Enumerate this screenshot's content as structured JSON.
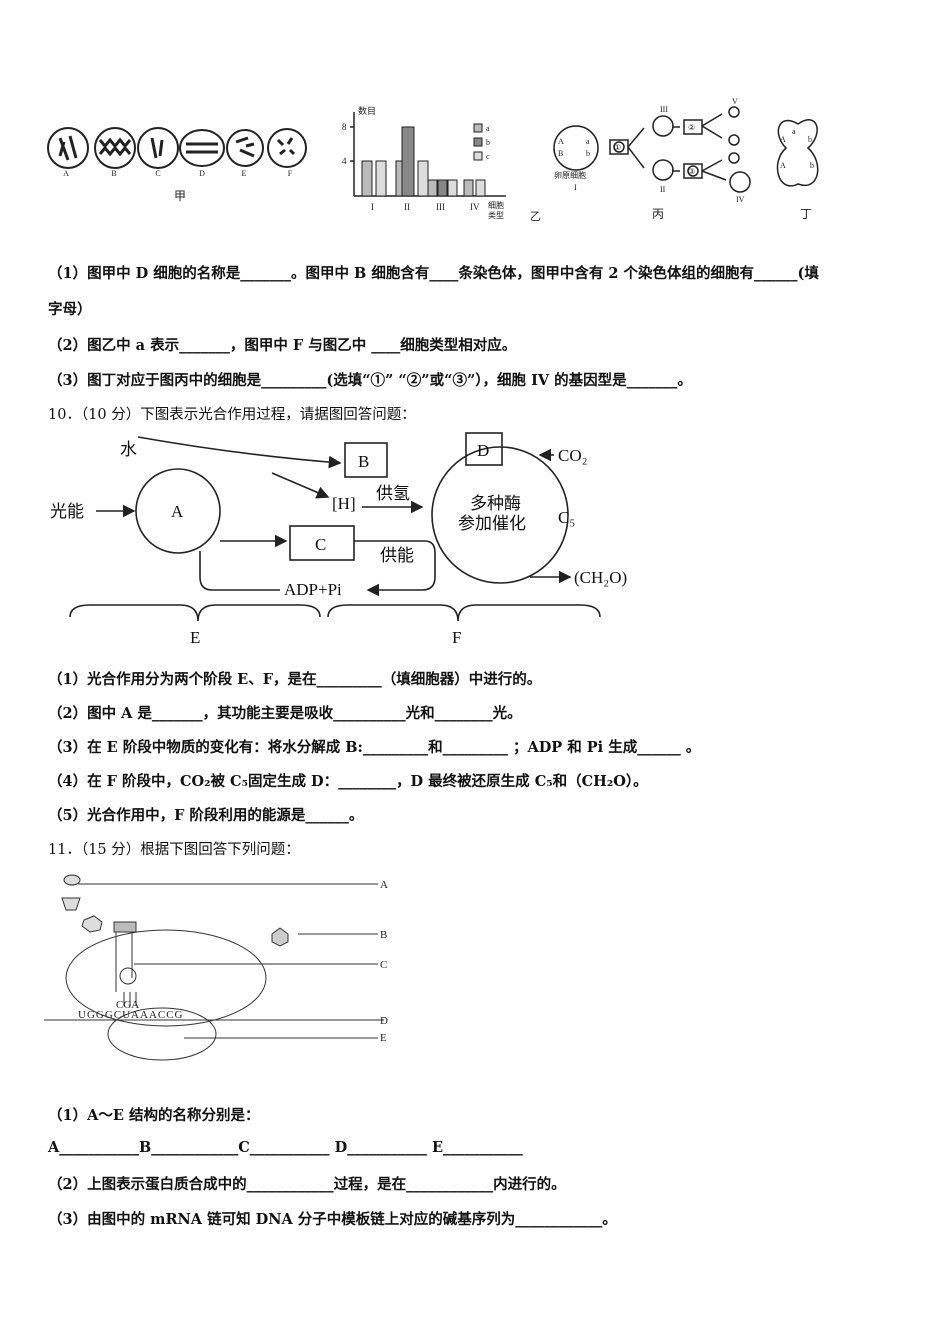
{
  "top_figures": {
    "jia": {
      "label": "甲",
      "cell_letters": [
        "A",
        "B",
        "C",
        "D",
        "E",
        "F"
      ]
    },
    "yi": {
      "label": "乙",
      "y_axis_label": "数目",
      "y_ticks": [
        "8",
        "4"
      ],
      "x_categories": [
        "I",
        "II",
        "III",
        "IV"
      ],
      "x_axis_label_line1": "细胞",
      "x_axis_label_line2": "类型",
      "legend": [
        "a",
        "b",
        "c"
      ]
    },
    "bing": {
      "label": "丙",
      "cell_text_1": "A",
      "cell_text_2": "B",
      "cell_text_3": "a",
      "cell_text_4": "b",
      "caption": "卵原细胞",
      "roman": [
        "I",
        "II",
        "III",
        "IV",
        "V"
      ],
      "circled": [
        "①",
        "②",
        "③"
      ]
    },
    "ding": {
      "label": "丁",
      "letters": [
        "A",
        "a",
        "b",
        "A",
        "b"
      ]
    }
  },
  "q9": {
    "p1_line1": "（1）图甲中 D 细胞的名称是_______。图甲中 B 细胞含有____条染色体，图甲中含有 2 个染色体组的细胞有______(填",
    "p1_line2": "字母）",
    "p2": "（2）图乙中 a 表示_______，图甲中 F 与图乙中 ____细胞类型相对应。",
    "p3": "（3）图丁对应于图丙中的细胞是_________(选填“①”  “②”或“③”），细胞 IV 的基因型是_______。"
  },
  "q10": {
    "head": "10．（10 分）下图表示光合作用过程，请据图回答问题：",
    "diagram": {
      "water": "水",
      "light": "光能",
      "A": "A",
      "B": "B",
      "H": "[H]",
      "supply_h": "供氢",
      "C": "C",
      "supply_energy": "供能",
      "adp": "ADP+Pi",
      "D": "D",
      "co2": "CO₂",
      "enzyme_line1": "多种酶",
      "enzyme_line2": "参加催化",
      "c5": "C₅",
      "ch2o": "(CH₂O)",
      "E": "E",
      "F": "F"
    },
    "p1": "（1）光合作用分为两个阶段 E、F，是在_________（填细胞器）中进行的。",
    "p2": "（2）图中 A 是_______，其功能主要是吸收__________光和________光。",
    "p3": "（3）在 E 阶段中物质的变化有：将水分解成 B:_________和_________ ；ADP 和 Pi 生成______ 。",
    "p4": "（4）在 F 阶段中，CO₂被 C₅固定生成 D：________，D 最终被还原生成 C₅和（CH₂O）。",
    "p5": "（5）光合作用中，F 阶段利用的能源是______。"
  },
  "q11": {
    "head": "11．（15 分）根据下图回答下列问题：",
    "diagram": {
      "labels": [
        "A",
        "B",
        "C",
        "D",
        "E"
      ],
      "anticodon": "CGA",
      "mrna": "UGGGCUAAACCG"
    },
    "p1": "（1）A～E 结构的名称分别是：",
    "p1_blanks": "A___________B____________C___________ D___________  E___________",
    "p2": "（2）上图表示蛋白质合成中的____________过程，是在____________内进行的。",
    "p3": "（3）由图中的 mRNA 链可知 DNA 分子中模板链上对应的碱基序列为____________。"
  }
}
